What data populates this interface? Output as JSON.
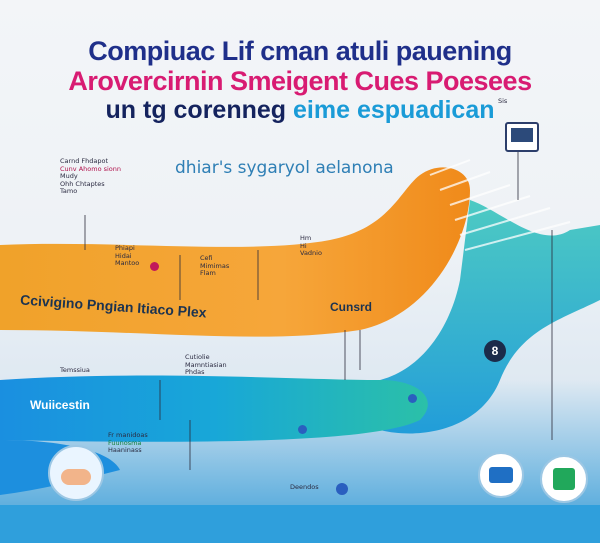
{
  "title": {
    "line1": "Compiuac Lif cman atuli pauening",
    "line2": "Arovercirnin Smeigent Cues Poesees",
    "line3_left": "un  tg corenneg",
    "line3_accent": "eime espuadican"
  },
  "subtitle": "dhiar's sygaryol aelanona",
  "bands": {
    "orange_label": "Ccivigino  Pngian  Itiaco  Plex",
    "orange_right": "Cunsrd",
    "blue_label": "Wuiicestin",
    "badge_number": "8"
  },
  "notes": {
    "top_left": [
      "Carnd Fhdapot",
      "Cunv Ahomo sionn",
      "Mudy",
      "Ohh Chtaptes",
      "Tamo"
    ],
    "mid_left": [
      "Phiapi",
      "Hidai",
      "Mantoo"
    ],
    "mid_center": [
      "Cefi",
      "Mimimas",
      "Flam"
    ],
    "mid_right": [
      "Hm",
      "Hi",
      "Vadnio"
    ],
    "lower_left": "Temssiua",
    "lower_center": [
      "Cutiolie",
      "Mamntiasian",
      "Phdas"
    ],
    "bottom_center": [
      "Fr manidoas",
      "Fuunosma",
      "Haaninass"
    ],
    "bottom_mid": "Deendos",
    "sign": "Sis"
  },
  "colors": {
    "orange": "#f29b1f",
    "blue": "#1aa3de",
    "teal": "#24b8b0",
    "navy": "#1f2f8a",
    "magenta": "#d81b72"
  }
}
